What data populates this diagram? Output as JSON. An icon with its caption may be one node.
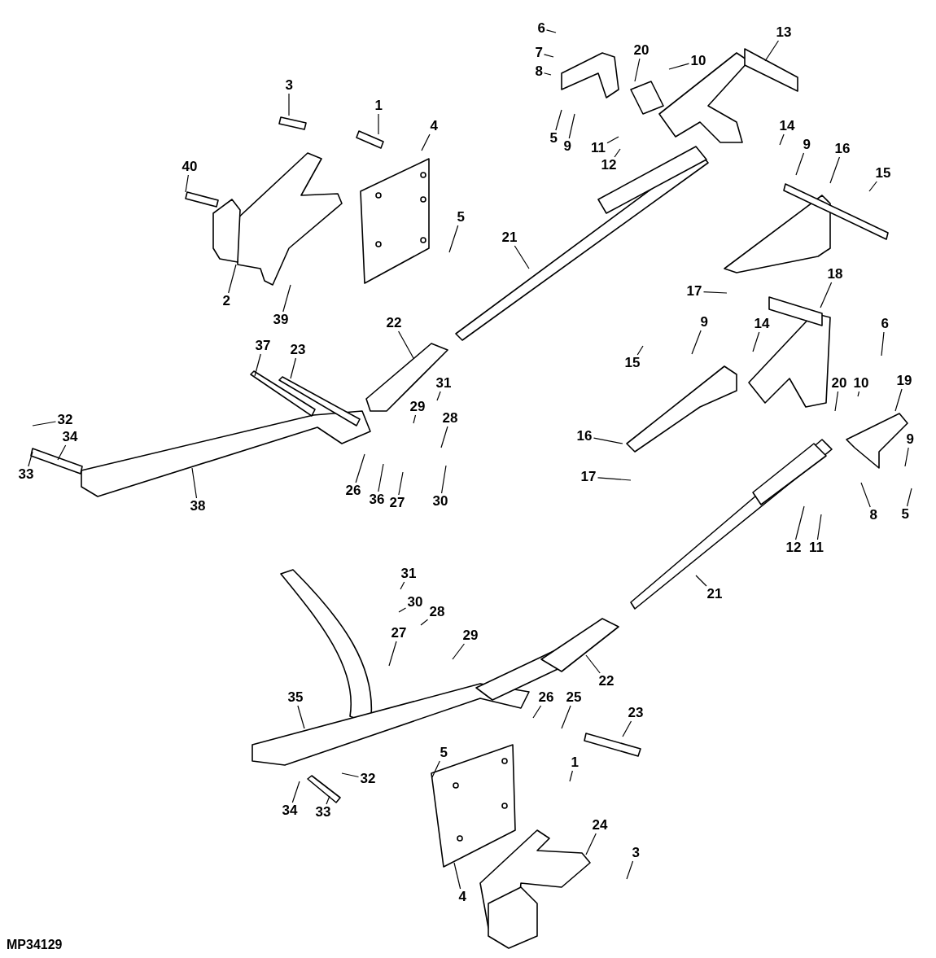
{
  "diagram": {
    "nodes": [
      {
        "text": [
          "6"
        ]
      },
      {
        "text": [
          "13"
        ]
      },
      {
        "text": [
          "7"
        ]
      },
      {
        "text": [
          "20"
        ]
      },
      {
        "text": [
          "10"
        ]
      },
      {
        "text": [
          "8"
        ]
      },
      {
        "text": [
          "3"
        ]
      },
      {
        "text": [
          "1"
        ]
      },
      {
        "text": [
          "4"
        ]
      },
      {
        "text": [
          "5"
        ]
      },
      {
        "text": [
          "9"
        ]
      },
      {
        "text": [
          "11"
        ]
      },
      {
        "text": [
          "14"
        ]
      },
      {
        "text": [
          "9"
        ]
      },
      {
        "text": [
          "12"
        ]
      },
      {
        "text": [
          "16"
        ]
      },
      {
        "text": [
          "15"
        ]
      },
      {
        "text": [
          "40"
        ]
      },
      {
        "text": [
          "5"
        ]
      },
      {
        "text": [
          "21"
        ]
      },
      {
        "text": [
          "18"
        ]
      },
      {
        "text": [
          "2"
        ]
      },
      {
        "text": [
          "17"
        ]
      },
      {
        "text": [
          "39"
        ]
      },
      {
        "text": [
          "6"
        ]
      },
      {
        "text": [
          "22"
        ]
      },
      {
        "text": [
          "9"
        ]
      },
      {
        "text": [
          "14"
        ]
      },
      {
        "text": [
          "15"
        ]
      },
      {
        "text": [
          "37"
        ]
      },
      {
        "text": [
          "23"
        ]
      },
      {
        "text": [
          "10"
        ]
      },
      {
        "text": [
          "20"
        ]
      },
      {
        "text": [
          "19"
        ]
      },
      {
        "text": [
          "31"
        ]
      },
      {
        "text": [
          "29"
        ]
      },
      {
        "text": [
          "28"
        ]
      },
      {
        "text": [
          "32"
        ]
      },
      {
        "text": [
          "9"
        ]
      },
      {
        "text": [
          "34"
        ]
      },
      {
        "text": [
          "16"
        ]
      },
      {
        "text": [
          "33"
        ]
      },
      {
        "text": [
          "26"
        ]
      },
      {
        "text": [
          "17"
        ]
      },
      {
        "text": [
          "36"
        ]
      },
      {
        "text": [
          "27"
        ]
      },
      {
        "text": [
          "30"
        ]
      },
      {
        "text": [
          "38"
        ]
      },
      {
        "text": [
          "8"
        ]
      },
      {
        "text": [
          "5"
        ]
      },
      {
        "text": [
          "12"
        ]
      },
      {
        "text": [
          "11"
        ]
      },
      {
        "text": [
          "31"
        ]
      },
      {
        "text": [
          "30"
        ]
      },
      {
        "text": [
          "21"
        ]
      },
      {
        "text": [
          "28"
        ]
      },
      {
        "text": [
          "29"
        ]
      },
      {
        "text": [
          "27"
        ]
      },
      {
        "text": [
          "22"
        ]
      },
      {
        "text": [
          "35"
        ]
      },
      {
        "text": [
          "26"
        ]
      },
      {
        "text": [
          "25"
        ]
      },
      {
        "text": [
          "23"
        ]
      },
      {
        "text": [
          "5"
        ]
      },
      {
        "text": [
          "1"
        ]
      },
      {
        "text": [
          "32"
        ]
      },
      {
        "text": [
          "34"
        ]
      },
      {
        "text": [
          "33"
        ]
      },
      {
        "text": [
          "24"
        ]
      },
      {
        "text": [
          "3"
        ]
      },
      {
        "text": [
          "4"
        ]
      }
    ],
    "edges": [
      {
        "from": 0,
        "to": null,
        "arrow": "none"
      },
      {
        "from": 1,
        "to": null,
        "arrow": "none"
      },
      {
        "from": 2,
        "to": null,
        "arrow": "none"
      },
      {
        "from": 3,
        "to": null,
        "arrow": "none"
      },
      {
        "from": 4,
        "to": null,
        "arrow": "none"
      },
      {
        "from": 5,
        "to": null,
        "arrow": "none"
      },
      {
        "from": 6,
        "to": null,
        "arrow": "none"
      },
      {
        "from": 7,
        "to": null,
        "arrow": "none"
      },
      {
        "from": 8,
        "to": null,
        "arrow": "none"
      },
      {
        "from": 9,
        "to": null,
        "arrow": "none"
      },
      {
        "from": 10,
        "to": null,
        "arrow": "none"
      },
      {
        "from": 11,
        "to": null,
        "arrow": "none"
      },
      {
        "from": 12,
        "to": null,
        "arrow": "none"
      },
      {
        "from": 13,
        "to": null,
        "arrow": "none"
      },
      {
        "from": 14,
        "to": null,
        "arrow": "none"
      },
      {
        "from": 15,
        "to": null,
        "arrow": "none"
      },
      {
        "from": 16,
        "to": null,
        "arrow": "none"
      },
      {
        "from": 17,
        "to": null,
        "arrow": "none"
      },
      {
        "from": 18,
        "to": null,
        "arrow": "none"
      },
      {
        "from": 19,
        "to": null,
        "arrow": "none"
      },
      {
        "from": 20,
        "to": null,
        "arrow": "none"
      },
      {
        "from": 21,
        "to": null,
        "arrow": "none"
      },
      {
        "from": 22,
        "to": null,
        "arrow": "none"
      },
      {
        "from": 23,
        "to": null,
        "arrow": "none"
      },
      {
        "from": 24,
        "to": null,
        "arrow": "none"
      },
      {
        "from": 25,
        "to": null,
        "arrow": "none"
      },
      {
        "from": 26,
        "to": null,
        "arrow": "none"
      },
      {
        "from": 27,
        "to": null,
        "arrow": "none"
      },
      {
        "from": 28,
        "to": null,
        "arrow": "none"
      },
      {
        "from": 29,
        "to": null,
        "arrow": "none"
      },
      {
        "from": 30,
        "to": null,
        "arrow": "none"
      },
      {
        "from": 31,
        "to": null,
        "arrow": "none"
      },
      {
        "from": 32,
        "to": null,
        "arrow": "none"
      },
      {
        "from": 33,
        "to": null,
        "arrow": "none"
      },
      {
        "from": 34,
        "to": null,
        "arrow": "none"
      },
      {
        "from": 35,
        "to": null,
        "arrow": "none"
      },
      {
        "from": 36,
        "to": null,
        "arrow": "none"
      },
      {
        "from": 37,
        "to": null,
        "arrow": "none"
      },
      {
        "from": 38,
        "to": null,
        "arrow": "none"
      },
      {
        "from": 39,
        "to": null,
        "arrow": "none"
      },
      {
        "from": 40,
        "to": null,
        "arrow": "none"
      },
      {
        "from": 41,
        "to": null,
        "arrow": "none"
      },
      {
        "from": 42,
        "to": null,
        "arrow": "none"
      },
      {
        "from": 43,
        "to": null,
        "arrow": "none"
      },
      {
        "from": 44,
        "to": null,
        "arrow": "none"
      },
      {
        "from": 45,
        "to": null,
        "arrow": "none"
      },
      {
        "from": 46,
        "to": null,
        "arrow": "none"
      },
      {
        "from": 47,
        "to": null,
        "arrow": "none"
      },
      {
        "from": 48,
        "to": null,
        "arrow": "none"
      },
      {
        "from": 49,
        "to": null,
        "arrow": "none"
      },
      {
        "from": 50,
        "to": null,
        "arrow": "none"
      },
      {
        "from": 51,
        "to": null,
        "arrow": "none"
      },
      {
        "from": 52,
        "to": null,
        "arrow": "none"
      },
      {
        "from": 53,
        "to": null,
        "arrow": "none"
      },
      {
        "from": 54,
        "to": null,
        "arrow": "none"
      },
      {
        "from": 55,
        "to": null,
        "arrow": "none"
      },
      {
        "from": 56,
        "to": null,
        "arrow": "none"
      },
      {
        "from": 57,
        "to": null,
        "arrow": "none"
      },
      {
        "from": 58,
        "to": null,
        "arrow": "none"
      },
      {
        "from": 59,
        "to": null,
        "arrow": "none"
      },
      {
        "from": 60,
        "to": null,
        "arrow": "none"
      },
      {
        "from": 61,
        "to": null,
        "arrow": "none"
      },
      {
        "from": 62,
        "to": null,
        "arrow": "none"
      },
      {
        "from": 63,
        "to": null,
        "arrow": "none"
      },
      {
        "from": 64,
        "to": null,
        "arrow": "none"
      },
      {
        "from": 65,
        "to": null,
        "arrow": "none"
      },
      {
        "from": 66,
        "to": null,
        "arrow": "none"
      },
      {
        "from": 67,
        "to": null,
        "arrow": "none"
      },
      {
        "from": 68,
        "to": null,
        "arrow": "none"
      },
      {
        "from": 69,
        "to": null,
        "arrow": "none"
      },
      {
        "from": 70,
        "to": null,
        "arrow": "none"
      }
    ],
    "labels": [
      "MP34129"
    ]
  }
}
